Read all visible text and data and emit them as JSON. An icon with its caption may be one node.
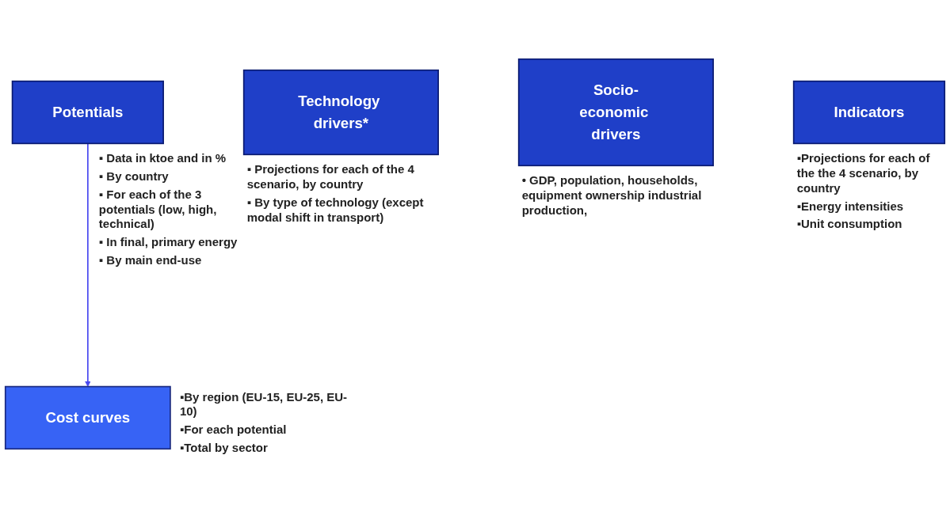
{
  "diagram": {
    "nodes": [
      {
        "text": [
          "Potentials"
        ],
        "beside": [
          "▪ Data in ktoe and in %",
          "▪ By country",
          "▪ For each of the 3 potentials (low, high, technical)",
          "▪ In final, primary energy",
          "▪ By main end-use"
        ]
      },
      {
        "text": [
          "Technology drivers*"
        ],
        "beside": [
          "▪ Projections for each of the 4 scenario, by country",
          "▪ By type of technology (except modal shift in transport)"
        ]
      },
      {
        "text": [
          "Socio-economic drivers"
        ],
        "beside": [
          "• GDP, population, households, equipment ownership industrial production,"
        ]
      },
      {
        "text": [
          "Indicators"
        ],
        "beside": [
          "▪Projections for each of the the 4 scenario, by country",
          "▪Energy intensities",
          "▪Unit consumption"
        ]
      },
      {
        "text": [
          "Cost curves"
        ],
        "beside": [
          "▪By region (EU-15, EU-25, EU-10)",
          "▪For each potential",
          "▪Total by sector"
        ]
      }
    ],
    "edges": [
      {
        "from": 0,
        "to": 4,
        "arrow": "to"
      }
    ]
  }
}
